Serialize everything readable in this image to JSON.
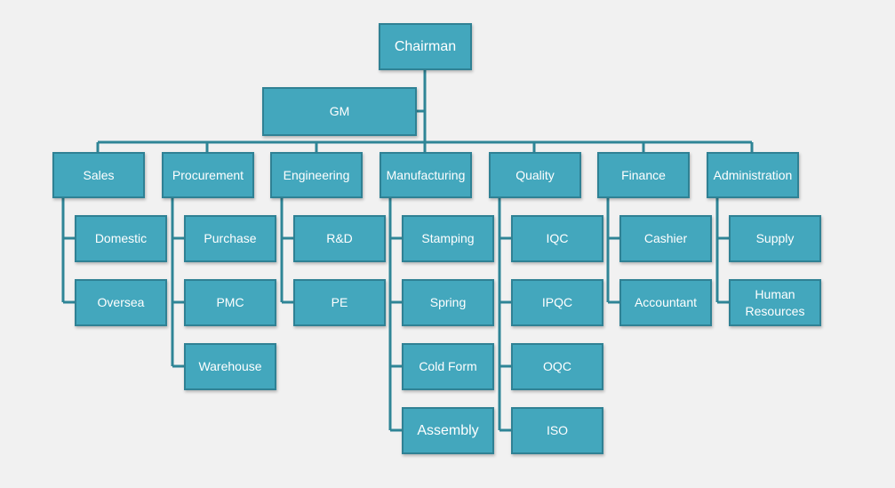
{
  "chairman": "Chairman",
  "gm": "GM",
  "departments": [
    {
      "name": "Sales",
      "children": [
        "Domestic",
        "Oversea"
      ]
    },
    {
      "name": "Procurement",
      "children": [
        "Purchase",
        "PMC",
        "Warehouse"
      ]
    },
    {
      "name": "Engineering",
      "children": [
        "R&D",
        "PE"
      ]
    },
    {
      "name": "Manufacturing",
      "children": [
        "Stamping",
        "Spring",
        "Cold Form",
        "Assembly"
      ]
    },
    {
      "name": "Quality",
      "children": [
        "IQC",
        "IPQC",
        "OQC",
        "ISO"
      ]
    },
    {
      "name": "Finance",
      "children": [
        "Cashier",
        "Accountant"
      ]
    },
    {
      "name": "Administration",
      "children": [
        "Supply",
        "Human\nResources"
      ]
    }
  ],
  "colors": {
    "box_fill": "#43a7bd",
    "box_border": "#2f8194",
    "connector": "#2f8596",
    "background": "#f1f1f1"
  }
}
